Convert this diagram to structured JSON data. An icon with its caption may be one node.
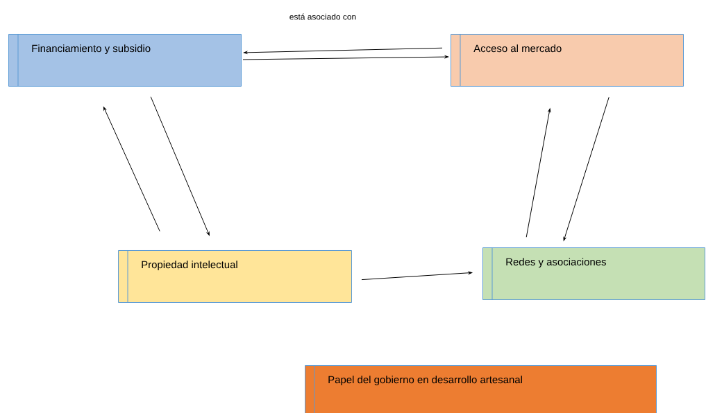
{
  "diagram": {
    "nodes": [
      {
        "text": [
          "Financiamiento y subsidio"
        ]
      },
      {
        "text": [
          "Acceso al mercado"
        ]
      },
      {
        "text": [
          "Propiedad intelectual"
        ]
      },
      {
        "text": [
          "Redes y asociaciones"
        ]
      },
      {
        "text": [
          "Papel del gobierno en desarrollo artesanal"
        ]
      }
    ],
    "edges": [
      {
        "from": 1,
        "to": 0,
        "arrow": "to"
      },
      {
        "from": 0,
        "to": 1,
        "arrow": "to"
      },
      {
        "from": 2,
        "to": 0,
        "arrow": "to"
      },
      {
        "from": 0,
        "to": 2,
        "arrow": "to"
      },
      {
        "from": 3,
        "to": 1,
        "arrow": "to"
      },
      {
        "from": 1,
        "to": 3,
        "arrow": "to"
      },
      {
        "from": 2,
        "to": 3,
        "arrow": "to"
      }
    ],
    "labels": [
      "está asociado con"
    ]
  }
}
